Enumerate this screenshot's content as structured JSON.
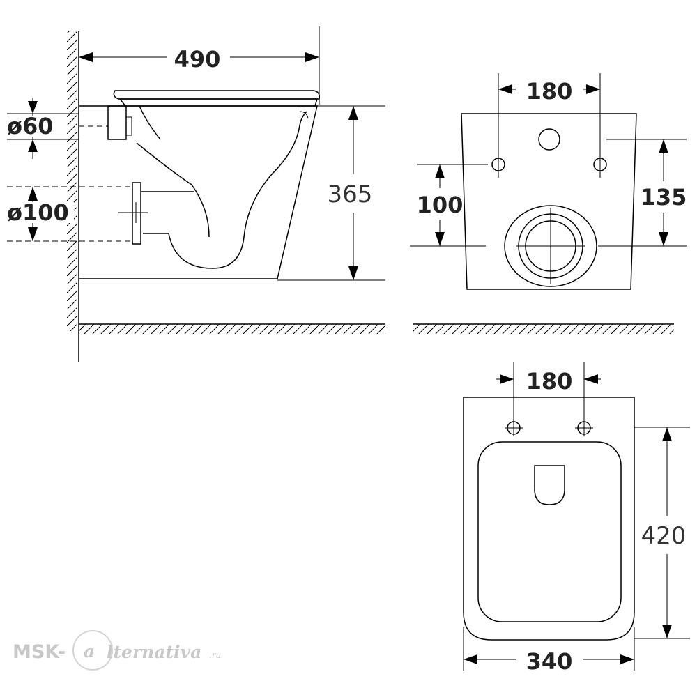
{
  "side_view": {
    "depth": "490",
    "height": "365",
    "water_inlet": "ø60",
    "outlet": "ø100"
  },
  "back_view": {
    "bolt_spacing": "180",
    "inlet_height": "135",
    "outlet_height": "100"
  },
  "top_view": {
    "bolt_spacing": "180",
    "length": "420",
    "width": "340"
  },
  "watermark": {
    "brand_prefix": "MSK-",
    "brand_mark": "a",
    "brand_suffix": "lternativa",
    "tld": ".ru"
  }
}
